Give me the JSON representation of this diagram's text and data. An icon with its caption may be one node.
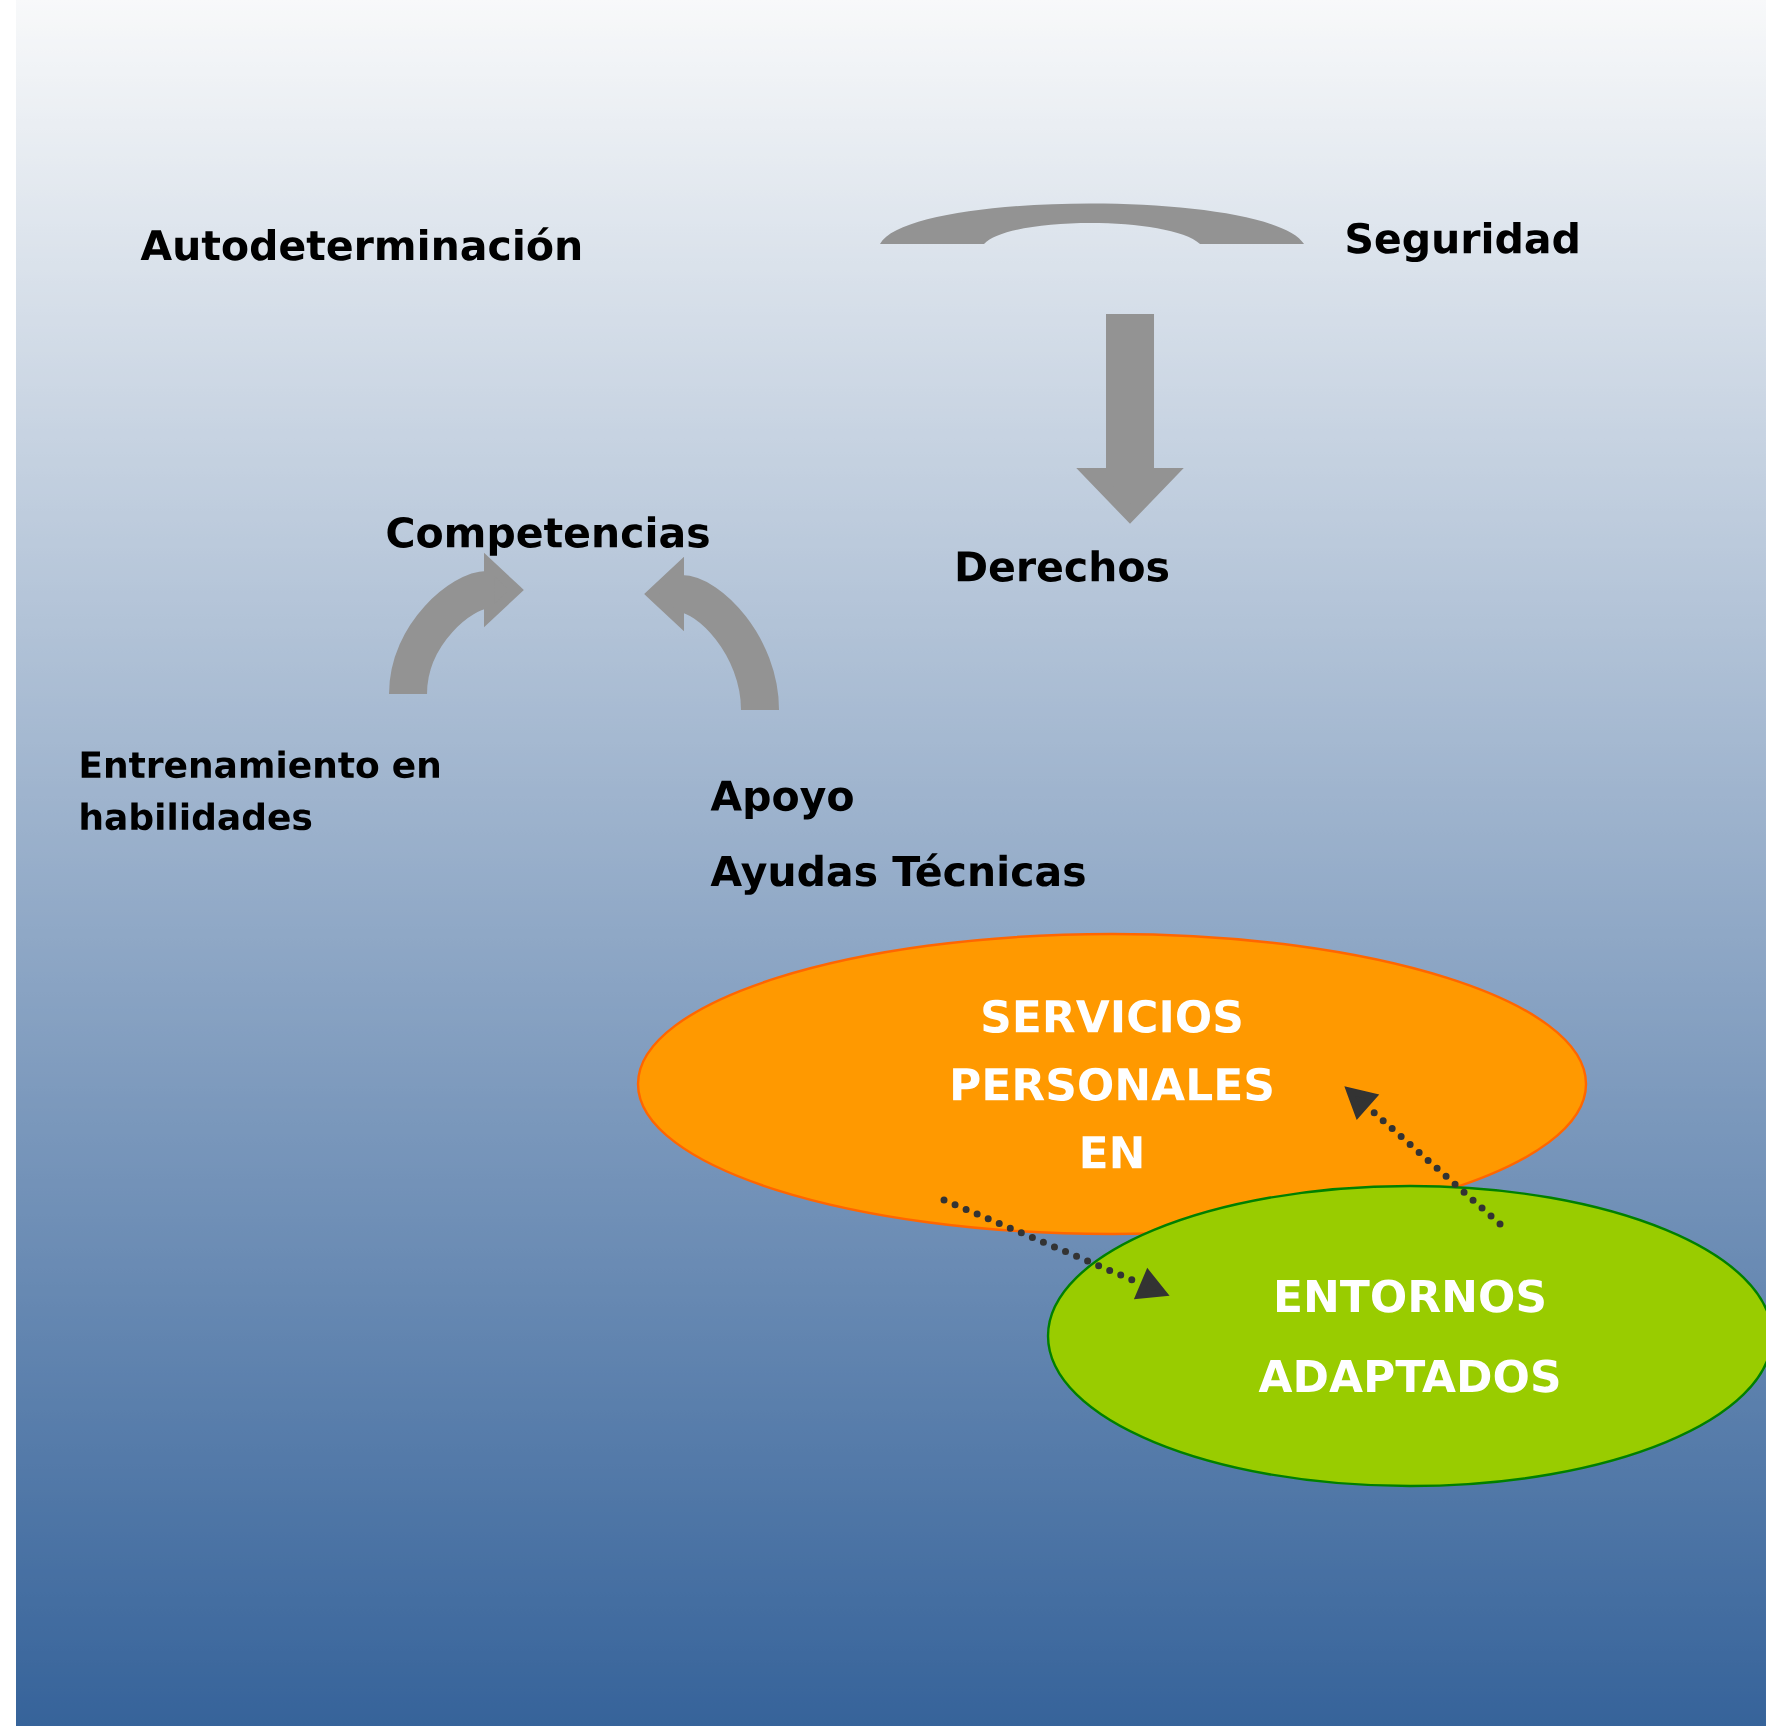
{
  "diagram": {
    "nodes": [
      {
        "text": [
          "Autodeterminación"
        ]
      },
      {
        "text": [],
        "shape": "arc"
      },
      {
        "text": [
          "Seguridad"
        ]
      },
      {
        "text": [
          "Derechos"
        ]
      },
      {
        "text": [
          "Competencias"
        ]
      },
      {
        "text": [
          "Entrenamiento en habilidades"
        ]
      },
      {
        "text": [
          "Apoyo"
        ]
      },
      {
        "text": [
          "Ayudas Técnicas"
        ]
      },
      {
        "text": [
          "SERVICIOS PERSONALES EN"
        ]
      },
      {
        "text": [
          "ENTORNOS ADAPTADOS"
        ]
      }
    ],
    "edges": [
      {
        "from": 1,
        "to": 3,
        "arrow": "to"
      },
      {
        "from": 5,
        "to": 4,
        "arrow": "to"
      },
      {
        "from": 6,
        "to": 4,
        "arrow": "to"
      },
      {
        "from": 8,
        "to": 9,
        "arrow": "to",
        "style": "dashed",
        "color": "#333333"
      },
      {
        "from": 9,
        "to": 8,
        "arrow": "to",
        "style": "dashed",
        "color": "#333333"
      }
    ]
  }
}
